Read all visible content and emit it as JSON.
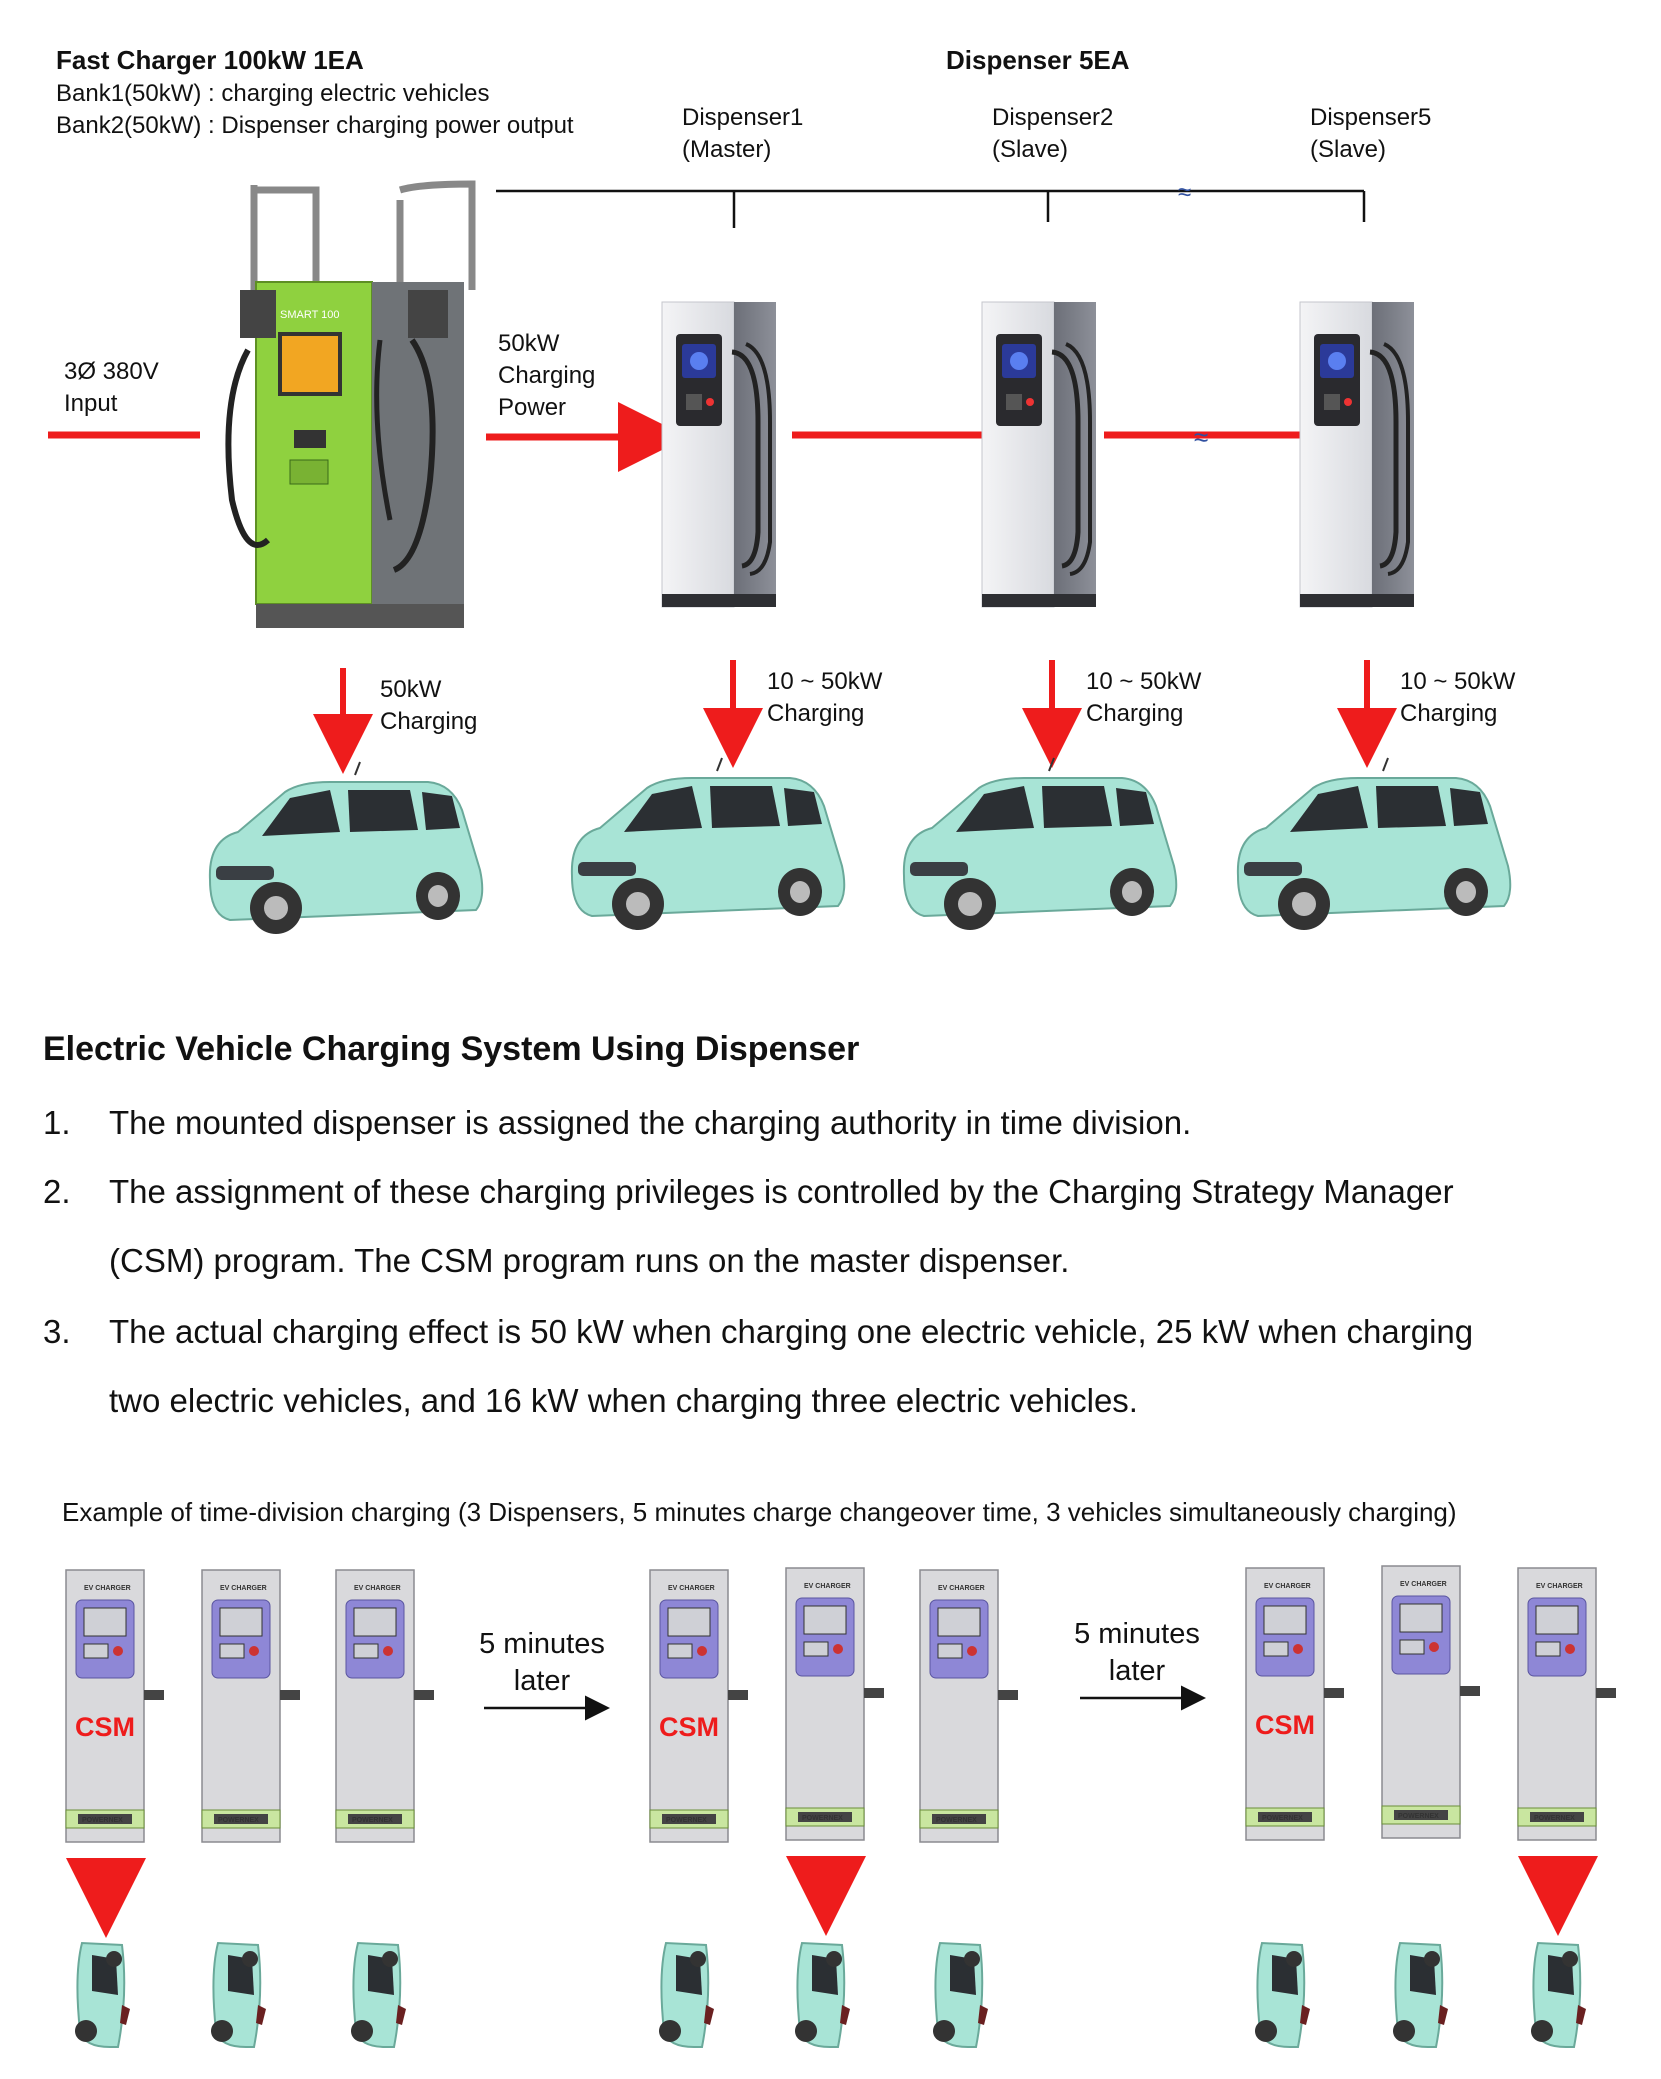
{
  "top": {
    "fast_charger_title": "Fast Charger 100kW  1EA",
    "bank1": "Bank1(50kW) : charging electric vehicles",
    "bank2": "Bank2(50kW) : Dispenser charging power output",
    "dispenser_title": "Dispenser  5EA",
    "charger_screen_label": "SMART 100",
    "input_line1": "3Ø 380V",
    "input_line2": "Input",
    "power_line1": "50kW",
    "power_line2": "Charging",
    "power_line3": "Power",
    "dispensers": [
      {
        "name": "Dispenser1",
        "role": "(Master)"
      },
      {
        "name": "Dispenser2",
        "role": "(Slave)"
      },
      {
        "name": "Dispenser5",
        "role": "(Slave)"
      }
    ],
    "charging_labels": [
      {
        "line1": "50kW",
        "line2": "Charging"
      },
      {
        "line1": "10 ~ 50kW",
        "line2": "Charging"
      },
      {
        "line1": "10 ~ 50kW",
        "line2": "Charging"
      },
      {
        "line1": "10 ~ 50kW",
        "line2": "Charging"
      }
    ]
  },
  "section": {
    "heading": "Electric Vehicle Charging System Using Dispenser",
    "items": [
      {
        "num": "1.",
        "text": "The mounted dispenser is assigned the charging authority in time division."
      },
      {
        "num": "2.",
        "text": "The assignment of these charging privileges is controlled by the Charging Strategy Manager (CSM) program. The CSM program runs on the master dispenser."
      },
      {
        "num": "3.",
        "text": "The actual charging effect is 50 kW when charging one electric vehicle, 25 kW when charging two electric vehicles, and 16 kW when charging three electric vehicles."
      }
    ]
  },
  "example": {
    "caption": "Example of time-division charging (3 Dispensers, 5 minutes charge changeover time, 3 vehicles simultaneously charging)",
    "csm_label": "CSM",
    "later_line1": "5 minutes",
    "later_line2": "later",
    "dispenser_brand": "POWERNEX",
    "dispenser_top_label": "EV CHARGER"
  },
  "colors": {
    "power_line": "#ee1c1c",
    "charger_green": "#8fd13f",
    "car_body": "#a8e4d6",
    "dispenser_panel": "#8e87d6"
  }
}
